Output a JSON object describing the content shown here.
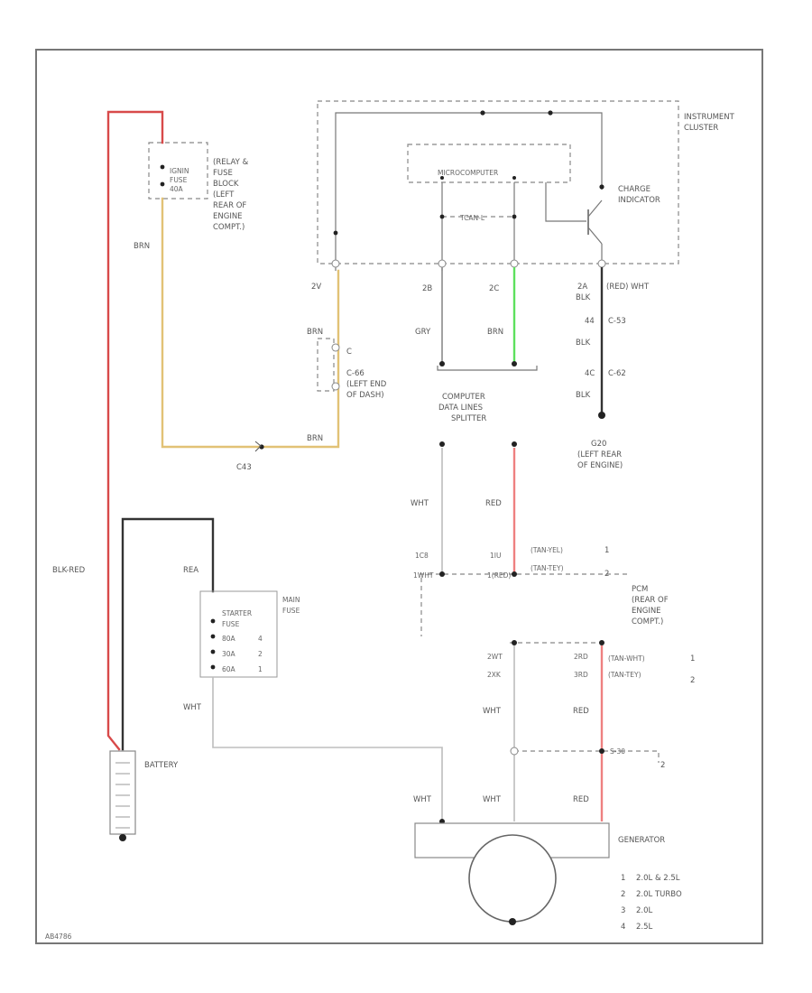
{
  "labels": {
    "cluster": [
      "INSTRUMENT",
      "CLUSTER"
    ],
    "microcomputer": "MICROCOMPUTER",
    "tcan": "TCAN-L",
    "charge": [
      "CHARGE",
      "INDICATOR"
    ],
    "relay": [
      "(RELAY &",
      "FUSE",
      "BLOCK",
      "(LEFT",
      "REAR OF",
      "ENGINE",
      "COMPT.)"
    ],
    "fuse_relay": [
      "IGNIN",
      "FUSE",
      "40A"
    ],
    "brn_top": "BRN",
    "c_conn": [
      "C",
      "C-66",
      "(LEFT END",
      "OF DASH)"
    ],
    "brn_c": "BRN",
    "c43": "C43",
    "brn_bottom": "BRN",
    "pin_2v": "2V",
    "pin_2b": "2B",
    "pin_2c": "2C",
    "pin_2a": "2A",
    "wire_gry": "GRY",
    "wire_brn": "BRN",
    "red_wht": "(RED) WHT",
    "blk_1": "BLK",
    "pin_44": "44",
    "c_53": "C-53",
    "blk_2": "BLK",
    "pin_4c": "4C",
    "c_62": "C-62",
    "blk_3": "BLK",
    "ground": [
      "G20",
      "(LEFT REAR",
      "OF ENGINE)"
    ],
    "splitter": [
      "COMPUTER",
      "DATA LINES",
      "SPLITTER"
    ],
    "wht_a": "WHT",
    "red_a": "RED",
    "pin_1c8": "1C8",
    "pin_1c8b": "1WHT",
    "pin_1ju": "1IU",
    "pin_1redl": "1(RED)",
    "tcan_pcm": [
      "(TAN-YEL)",
      "(TAN-TEY)"
    ],
    "pcm": [
      "PCM",
      "(REAR OF",
      "ENGINE",
      "COMPT.)"
    ],
    "num_1a": "1",
    "num_2a": "2",
    "pin_2wt": "2WT",
    "pin_2xk": "2XK",
    "pin_2rd": "2RD",
    "pin_3rd": "3RD",
    "tan_wht": "(TAN-WHT)",
    "tan_tey": "(TAN-TEY)",
    "num_1b": "1",
    "num_2b": "2",
    "wht_b": "WHT",
    "red_b": "RED",
    "s_splice": "S-30",
    "num_2c": "2",
    "blk_red": "BLK-RED",
    "rea": "REA",
    "fuse_block": [
      "MAIN",
      "FUSE"
    ],
    "starter_fuse": [
      "STARTER",
      "FUSE"
    ],
    "fuse_rows": [
      [
        "80A",
        "4"
      ],
      [
        "30A",
        "2"
      ],
      [
        "60A",
        "1"
      ]
    ],
    "wht_c": "WHT",
    "battery": "BATTERY",
    "wht_d": "WHT",
    "wht_e": "WHT",
    "red_c": "RED",
    "generator": "GENERATOR",
    "legend": [
      [
        "1",
        "2.0L & 2.5L"
      ],
      [
        "2",
        "2.0L TURBO"
      ],
      [
        "3",
        "2.0L"
      ],
      [
        "4",
        "2.5L"
      ]
    ],
    "code": "AB4786"
  },
  "colors": {
    "red": "#d84a4a",
    "lightred": "#ee8080",
    "yellow": "#e2c276",
    "green": "#5de05d",
    "black": "#333333",
    "gray": "#8a8a8a",
    "lightgray": "#bdbdbd"
  }
}
